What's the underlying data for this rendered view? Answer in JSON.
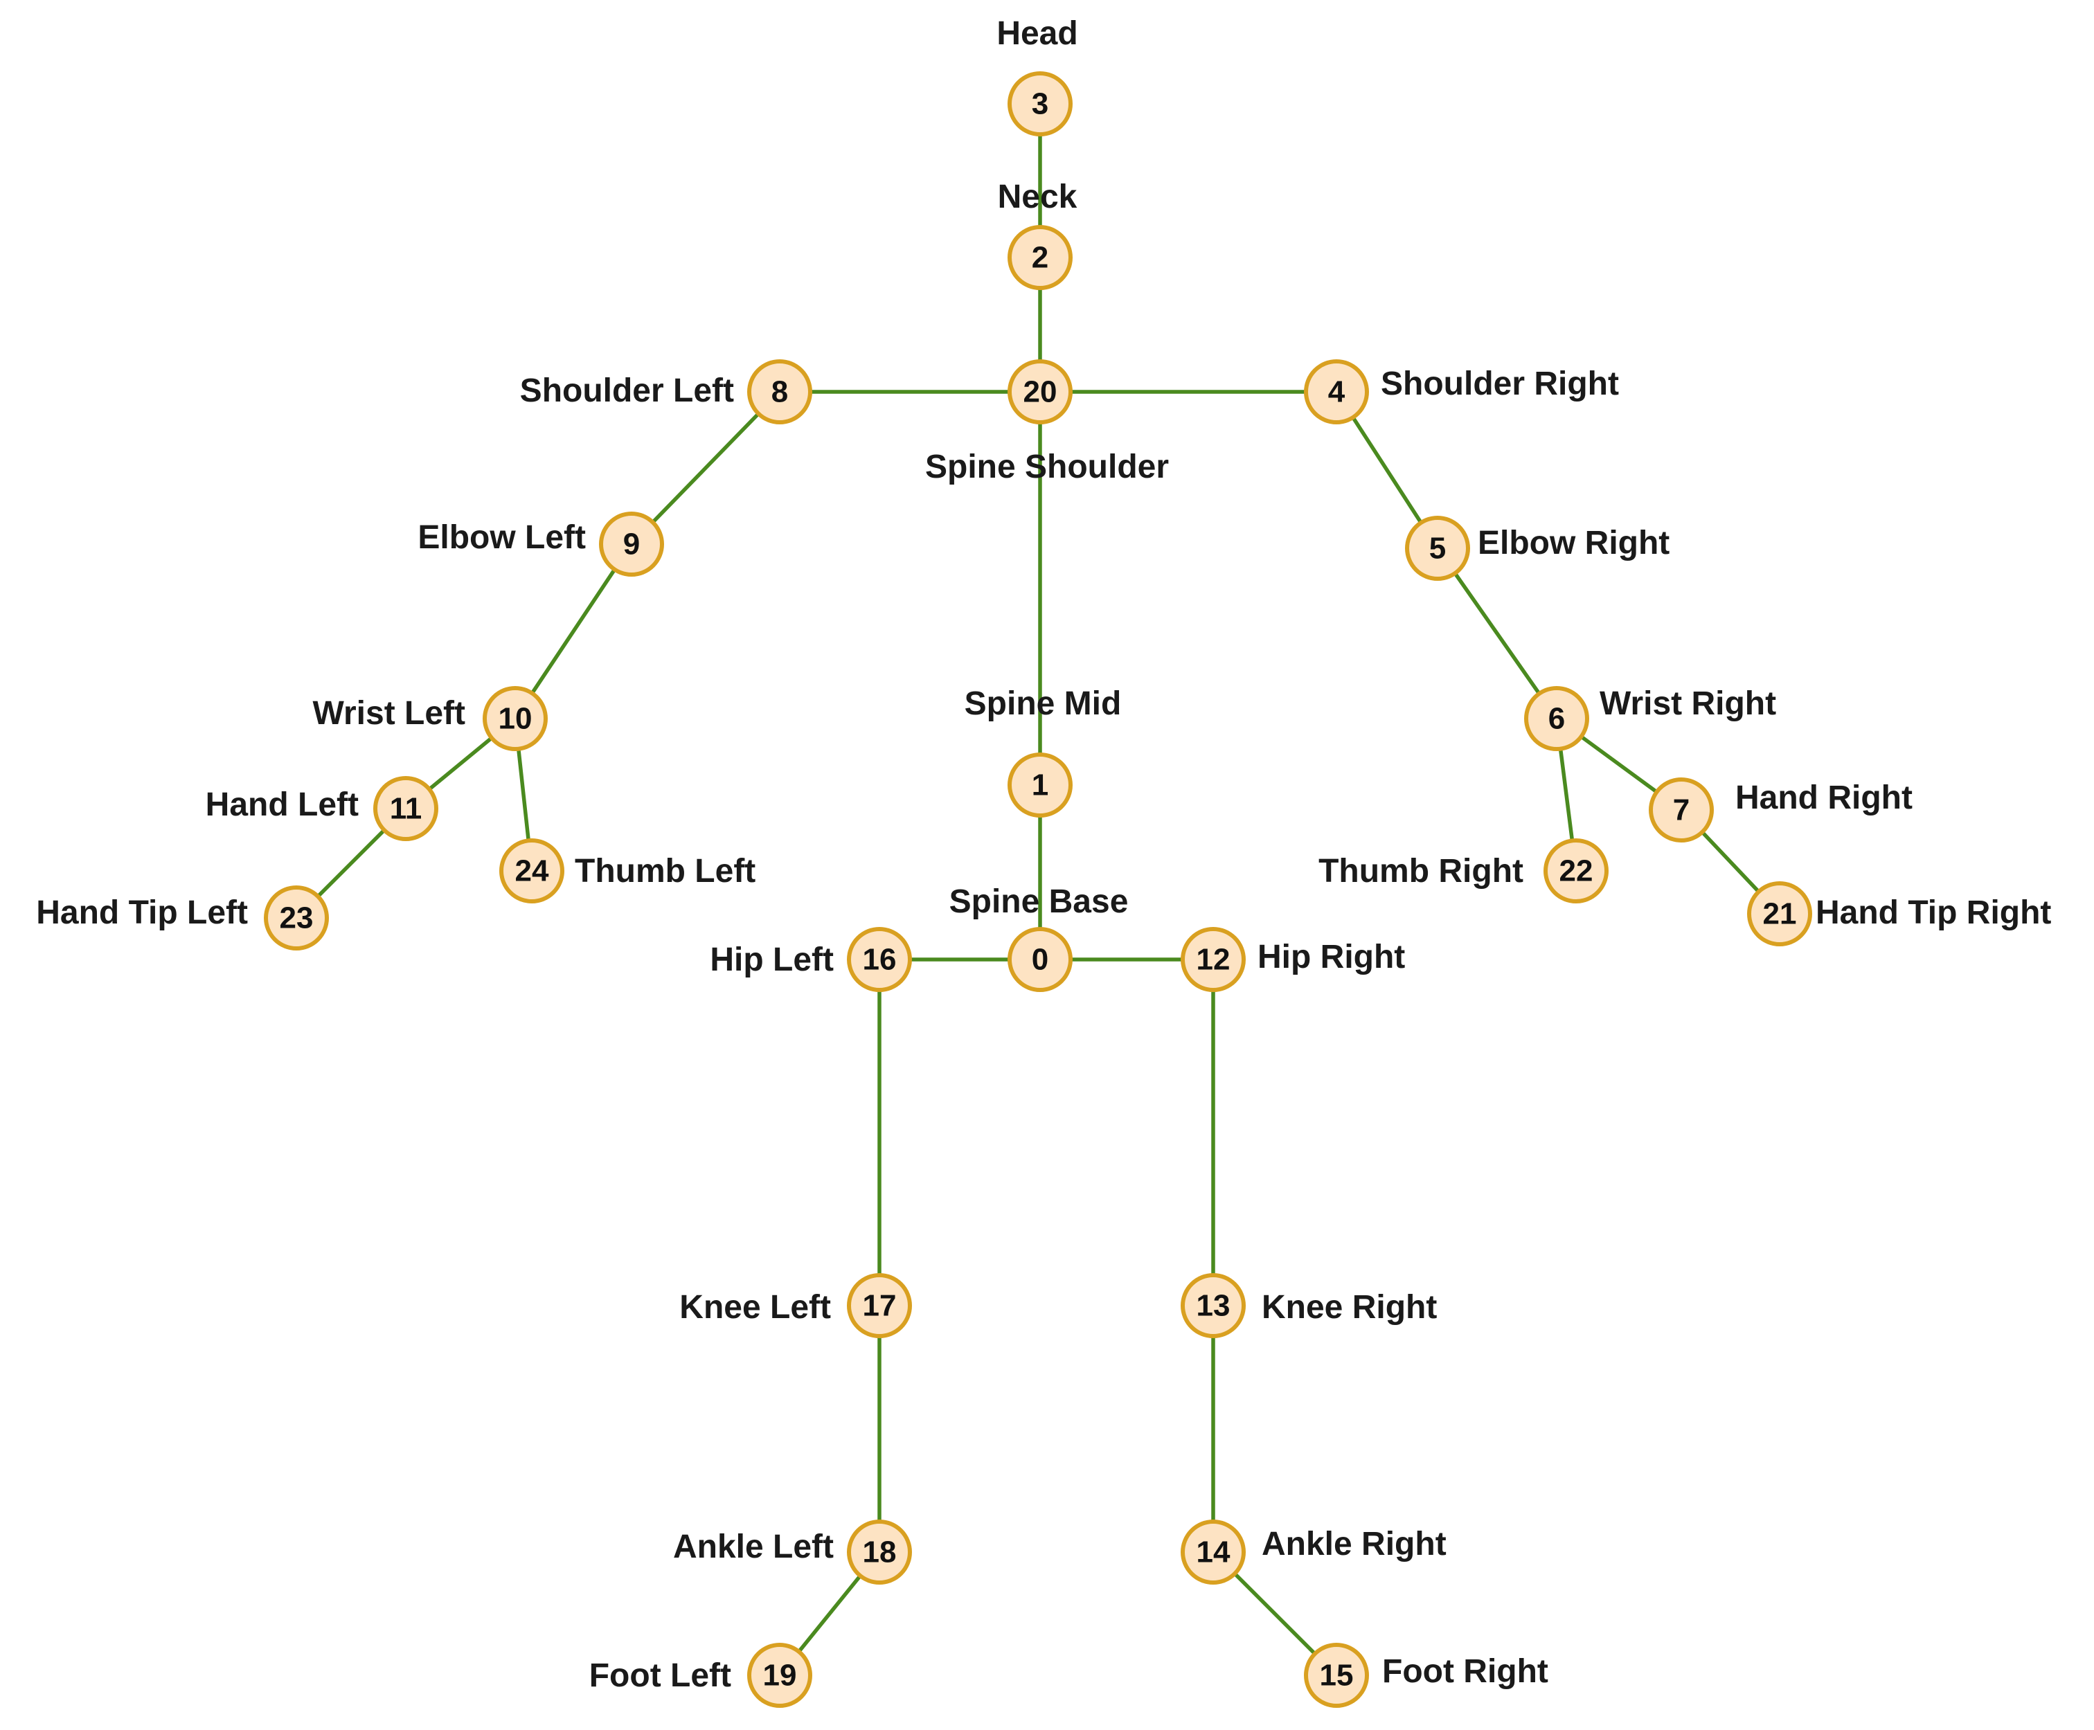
{
  "colors": {
    "bone": "#4a8a1f",
    "joint_fill": "#fde3c3",
    "joint_stroke": "#d9a020",
    "text": "#1a1a1a"
  },
  "joints": [
    {
      "id": "0",
      "name": "Spine Base"
    },
    {
      "id": "1",
      "name": "Spine Mid"
    },
    {
      "id": "2",
      "name": "Neck"
    },
    {
      "id": "3",
      "name": "Head"
    },
    {
      "id": "4",
      "name": "Shoulder Right"
    },
    {
      "id": "5",
      "name": "Elbow Right"
    },
    {
      "id": "6",
      "name": "Wrist Right"
    },
    {
      "id": "7",
      "name": "Hand Right"
    },
    {
      "id": "8",
      "name": "Shoulder Left"
    },
    {
      "id": "9",
      "name": "Elbow Left"
    },
    {
      "id": "10",
      "name": "Wrist Left"
    },
    {
      "id": "11",
      "name": "Hand Left"
    },
    {
      "id": "12",
      "name": "Hip Right"
    },
    {
      "id": "13",
      "name": "Knee Right"
    },
    {
      "id": "14",
      "name": "Ankle Right"
    },
    {
      "id": "15",
      "name": "Foot Right"
    },
    {
      "id": "16",
      "name": "Hip Left"
    },
    {
      "id": "17",
      "name": "Knee Left"
    },
    {
      "id": "18",
      "name": "Ankle Left"
    },
    {
      "id": "19",
      "name": "Foot Left"
    },
    {
      "id": "20",
      "name": "Spine Shoulder"
    },
    {
      "id": "21",
      "name": "Hand Tip Right"
    },
    {
      "id": "22",
      "name": "Thumb Right"
    },
    {
      "id": "23",
      "name": "Hand Tip Left"
    },
    {
      "id": "24",
      "name": "Thumb Left"
    }
  ],
  "bones": [
    [
      "3",
      "2"
    ],
    [
      "2",
      "20"
    ],
    [
      "20",
      "8"
    ],
    [
      "20",
      "4"
    ],
    [
      "20",
      "1"
    ],
    [
      "1",
      "0"
    ],
    [
      "8",
      "9"
    ],
    [
      "9",
      "10"
    ],
    [
      "10",
      "11"
    ],
    [
      "10",
      "24"
    ],
    [
      "11",
      "23"
    ],
    [
      "4",
      "5"
    ],
    [
      "5",
      "6"
    ],
    [
      "6",
      "7"
    ],
    [
      "6",
      "22"
    ],
    [
      "7",
      "21"
    ],
    [
      "0",
      "16"
    ],
    [
      "0",
      "12"
    ],
    [
      "16",
      "17"
    ],
    [
      "17",
      "18"
    ],
    [
      "18",
      "19"
    ],
    [
      "12",
      "13"
    ],
    [
      "13",
      "14"
    ],
    [
      "14",
      "15"
    ]
  ]
}
